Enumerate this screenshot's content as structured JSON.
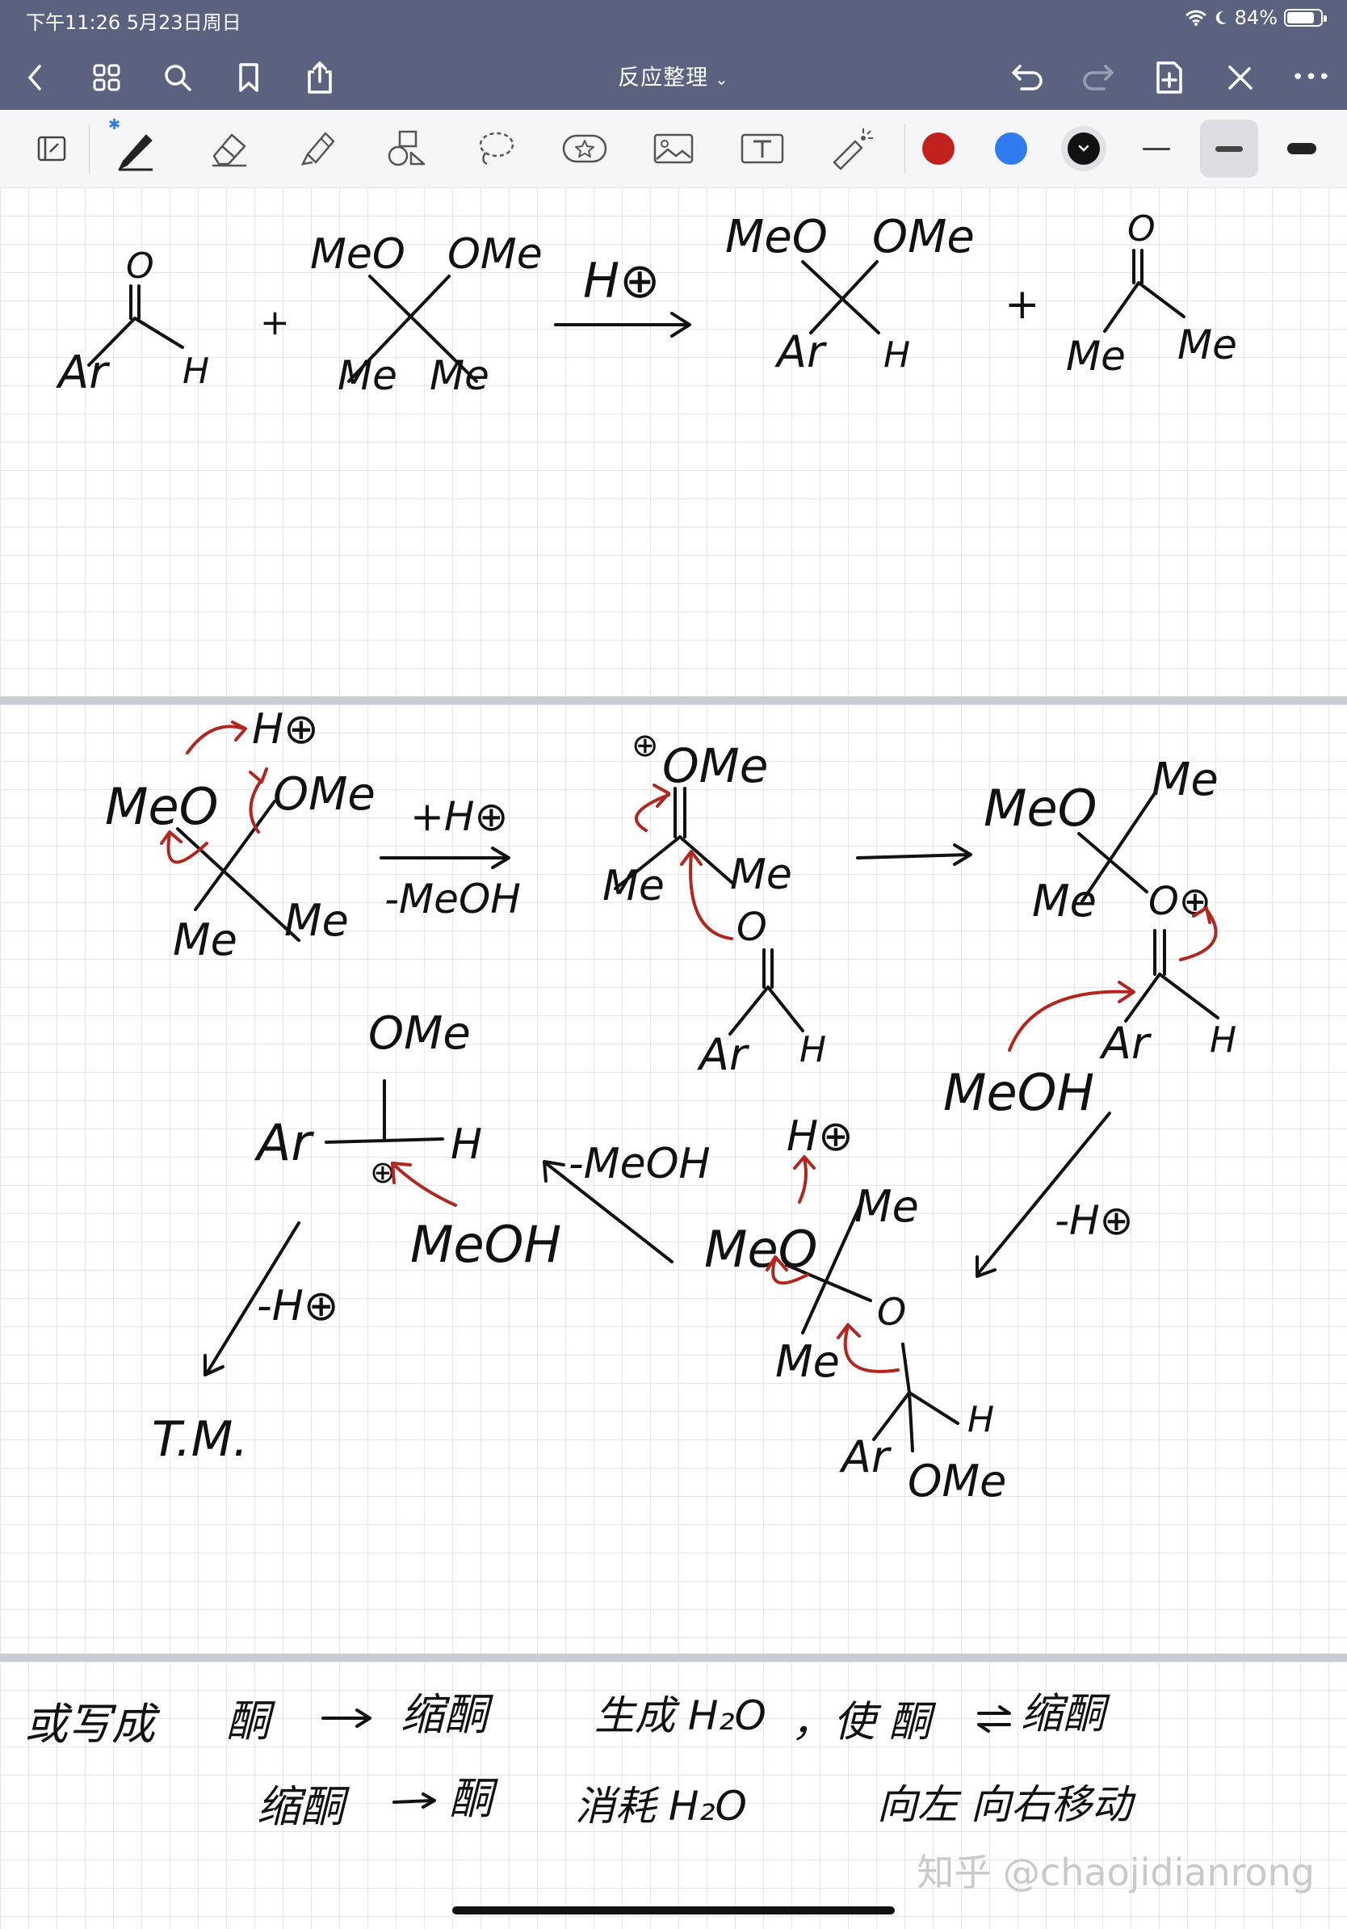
{
  "status": {
    "time": "下午11:26   5月23日周日",
    "battery": "84%",
    "battery_level": 0.84
  },
  "nav": {
    "title": "反应整理",
    "title_chevron": "⌄",
    "more": "•••"
  },
  "toolbar": {
    "colors": {
      "red": "#c0211c",
      "blue": "#2f7cf0",
      "black": "#111111"
    },
    "bluetooth": "✱"
  },
  "page1": {
    "reactant1": {
      "top": "O",
      "left": "Ar",
      "right": "H"
    },
    "plus1": "+",
    "reactant2": {
      "tl": "MeO",
      "tr": "OMe",
      "bl": "Me",
      "br": "Me"
    },
    "arrow_label": "H⊕",
    "product1": {
      "tl": "MeO",
      "tr": "OMe",
      "bl": "Ar",
      "br": "H"
    },
    "plus2": "+",
    "product2": {
      "top": "O",
      "left": "Me",
      "right": "Me"
    }
  },
  "page2": {
    "s1": {
      "h": "H⊕",
      "meo": "MeO",
      "ome": "OMe",
      "me1": "Me",
      "me2": "Me"
    },
    "arrow1": {
      "top": "+H⊕",
      "bottom": "-MeOH"
    },
    "s2": {
      "charge": "⊕",
      "ome": "OMe",
      "me1": "Me",
      "me2": "Me",
      "o": "O",
      "ar": "Ar",
      "h": "H"
    },
    "s3": {
      "meo": "MeO",
      "me1": "Me",
      "me2": "Me",
      "o": "O⊕",
      "ar": "Ar",
      "h": "H",
      "meoh": "MeOH"
    },
    "arrow3": "-H⊕",
    "s4": {
      "h": "H⊕",
      "meo": "MeO",
      "me1": "Me",
      "me2": "Me",
      "o": "O",
      "ar": "Ar",
      "h2": "H",
      "ome": "OMe"
    },
    "arrow4": "-MeOH",
    "s5": {
      "ome": "OMe",
      "ar": "Ar",
      "h": "H",
      "charge": "⊕",
      "meoh": "MeOH"
    },
    "arrow5": "-H⊕",
    "tm": "T.M."
  },
  "page3": {
    "intro": "或写成",
    "line1": {
      "a": "酮",
      "b": "缩酮",
      "c": "生成 H₂O",
      "d": "，使 酮",
      "e": "缩酮"
    },
    "line2": {
      "a": "缩酮",
      "b": "酮",
      "c": "消耗 H₂O",
      "d": "向左 向右移动"
    }
  },
  "watermark": "知乎 @chaojidianrong"
}
